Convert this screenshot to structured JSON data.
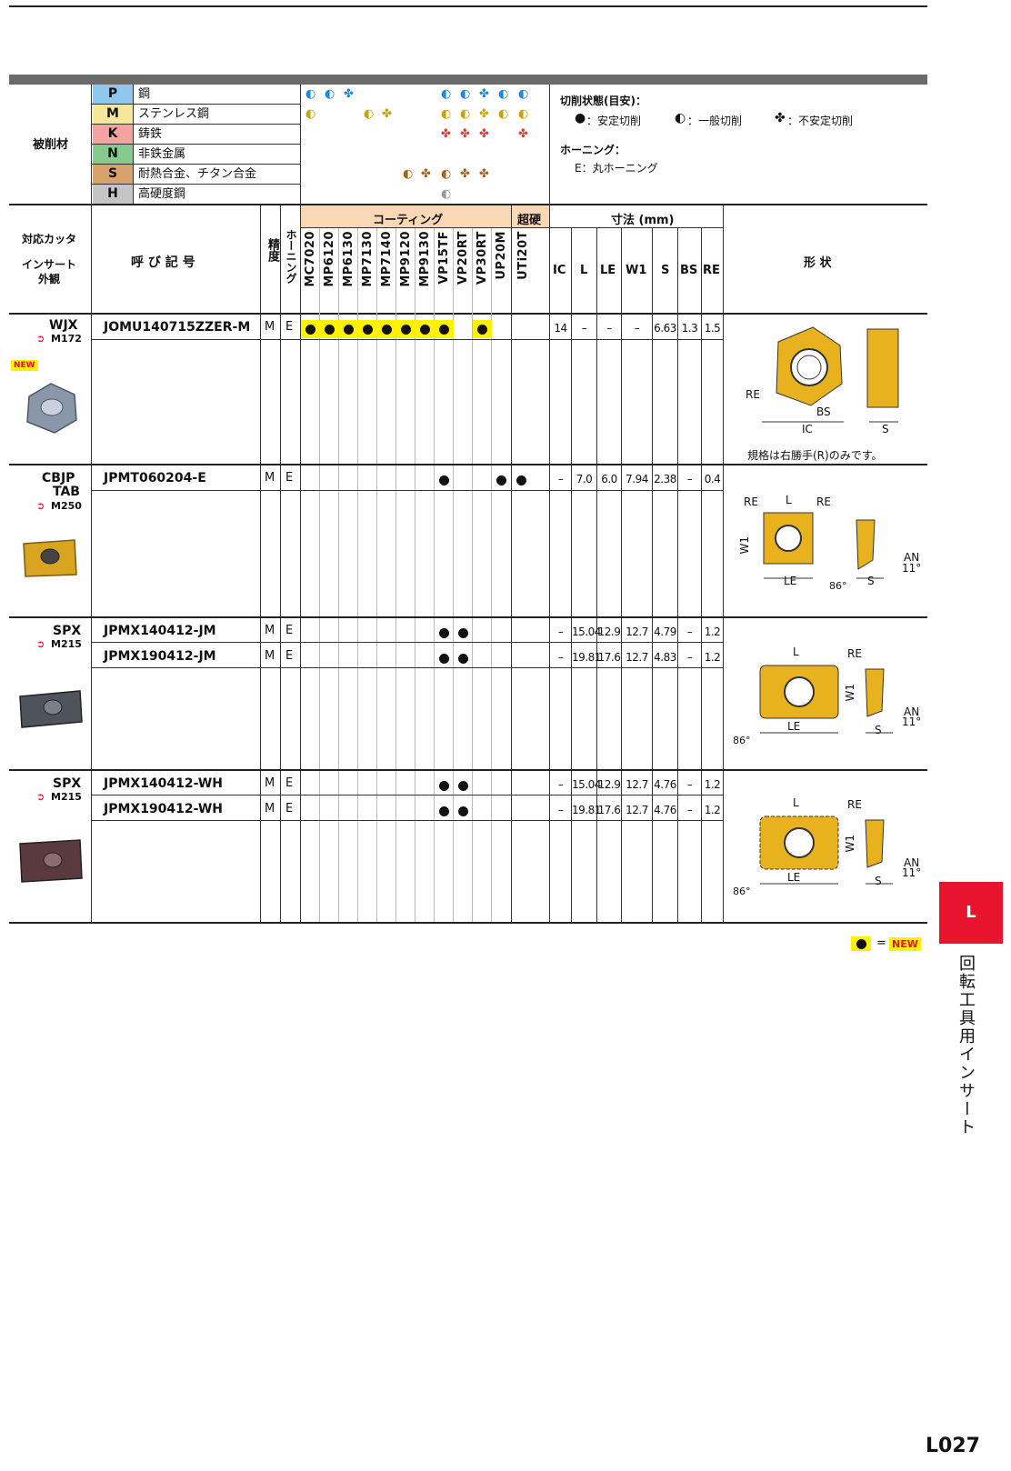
{
  "legend": {
    "cut_state_title": "切削状態(目安)：",
    "stable": "：安定切削",
    "general": "：一般切削",
    "unstable": "：不安定切削",
    "honing_title": "ホーニング：",
    "honing_e": "E：丸ホーニング"
  },
  "header": {
    "workpiece": "被削材",
    "cutter": "対応カッタ",
    "insert_view": "インサート",
    "insert_view2": "外観",
    "designation": "呼 び 記 号",
    "precision": "精度",
    "honing": "ホーニング",
    "coating": "コーティング",
    "carbide": "超硬",
    "dims": "寸法 (mm)",
    "shape": "形 状",
    "grades": [
      "MC7020",
      "MP6120",
      "MP6130",
      "MP7130",
      "MP7140",
      "MP9120",
      "MP9130",
      "VP15TF",
      "VP20RT",
      "VP30RT",
      "UP20M",
      "UTi20T"
    ],
    "dim_cols": [
      "IC",
      "L",
      "LE",
      "W1",
      "S",
      "BS",
      "RE"
    ]
  },
  "materials": [
    {
      "code": "P",
      "name": "鋼",
      "color": "#8fc8ee"
    },
    {
      "code": "M",
      "name": "ステンレス鋼",
      "color": "#f7e79b"
    },
    {
      "code": "K",
      "name": "鋳鉄",
      "color": "#f3a3a0"
    },
    {
      "code": "N",
      "name": "非鉄金属",
      "color": "#85c98c"
    },
    {
      "code": "S",
      "name": "耐熱合金、チタン合金",
      "color": "#d9a26a"
    },
    {
      "code": "H",
      "name": "高硬度鋼",
      "color": "#c5c5c5"
    }
  ],
  "rows": [
    {
      "cutter": "WJX",
      "cutter2": "",
      "ref": "M172",
      "new_badge": "NEW",
      "designation": "JOMU140715ZZER-M",
      "precision": "M",
      "honing": "E",
      "dims": [
        "14",
        "–",
        "–",
        "–",
        "6.63",
        "1.3",
        "1.5"
      ],
      "note": "規格は右勝手(R)のみです。"
    },
    {
      "cutter": "CBJP",
      "cutter2": "TAB",
      "ref": "M250",
      "designation": "JPMT060204-E",
      "precision": "M",
      "honing": "E",
      "dims": [
        "–",
        "7.0",
        "6.0",
        "7.94",
        "2.38",
        "–",
        "0.4"
      ]
    },
    {
      "cutter": "SPX",
      "ref": "M215",
      "designation": "JPMX140412-JM",
      "precision": "M",
      "honing": "E",
      "dims": [
        "–",
        "15.04",
        "12.9",
        "12.7",
        "4.79",
        "–",
        "1.2"
      ]
    },
    {
      "designation": "JPMX190412-JM",
      "precision": "M",
      "honing": "E",
      "dims": [
        "–",
        "19.81",
        "17.6",
        "12.7",
        "4.83",
        "–",
        "1.2"
      ]
    },
    {
      "cutter": "SPX",
      "ref": "M215",
      "designation": "JPMX140412-WH",
      "precision": "M",
      "honing": "E",
      "dims": [
        "–",
        "15.04",
        "12.9",
        "12.7",
        "4.76",
        "–",
        "1.2"
      ]
    },
    {
      "designation": "JPMX190412-WH",
      "precision": "M",
      "honing": "E",
      "dims": [
        "–",
        "19.81",
        "17.6",
        "12.7",
        "4.76",
        "–",
        "1.2"
      ]
    }
  ],
  "diagram_labels": {
    "re": "RE",
    "bs": "BS",
    "ic": "IC",
    "s": "S",
    "l": "L",
    "le": "LE",
    "w1": "W1",
    "an": "AN",
    "deg11": "11°",
    "deg86": "86°"
  },
  "footer": {
    "eq": "=",
    "new": "NEW"
  },
  "side": {
    "tab": "L",
    "title": "回転工具用インサート"
  },
  "page_number": "L027",
  "colors": {
    "accent_red": "#e8132c",
    "new_yellow": "#fff200",
    "coating_bar": "#fbd8b4",
    "insert_gold": "#e8b21e"
  }
}
